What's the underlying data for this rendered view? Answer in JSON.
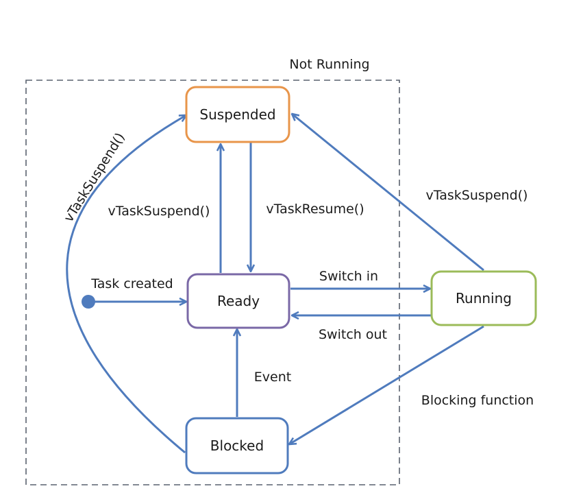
{
  "diagram": {
    "region_label": "Not Running",
    "states": {
      "suspended": {
        "label": "Suspended",
        "color": "#e8954a"
      },
      "ready": {
        "label": "Ready",
        "color": "#7a68a6"
      },
      "running": {
        "label": "Running",
        "color": "#9bbb59"
      },
      "blocked": {
        "label": "Blocked",
        "color": "#4f7bbd"
      }
    },
    "edge_color": "#4f7bbd",
    "region_border_color": "#59616e",
    "initial_marker_color": "#4f7bbd",
    "transitions": {
      "task_created": "Task created",
      "ready_to_suspended": "vTaskSuspend()",
      "suspended_to_ready": "vTaskResume()",
      "blocked_to_suspended": "vTaskSuspend()",
      "running_to_suspended": "vTaskSuspend()",
      "switch_in": "Switch in",
      "switch_out": "Switch out",
      "event": "Event",
      "blocking_function": "Blocking function"
    }
  }
}
